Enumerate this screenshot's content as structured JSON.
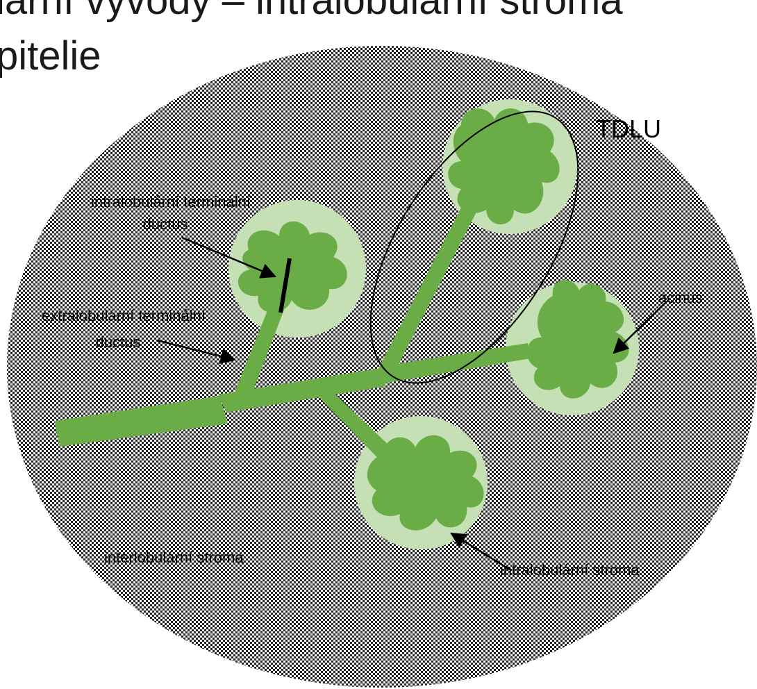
{
  "slide": {
    "title_line1": "lární vývody – intralobulární stroma",
    "title_line2": "pitelie"
  },
  "diagram": {
    "labels": {
      "tdlu": "TDLU",
      "intra_duct_line1": "intralobulární terminální",
      "intra_duct_line2": "ductus",
      "extra_duct_line1": "extralobulární terminální",
      "extra_duct_line2": "ductus",
      "acini": "acinus",
      "interlobular": "interlobulární stroma",
      "intralobular": "intralobulární stroma"
    },
    "colors": {
      "background_pattern": "#2b2b2b",
      "pattern_light": "#ffffff",
      "lobule_light": "#c5e0b4",
      "epithelium": "#6aad47",
      "text": "#000000"
    }
  }
}
